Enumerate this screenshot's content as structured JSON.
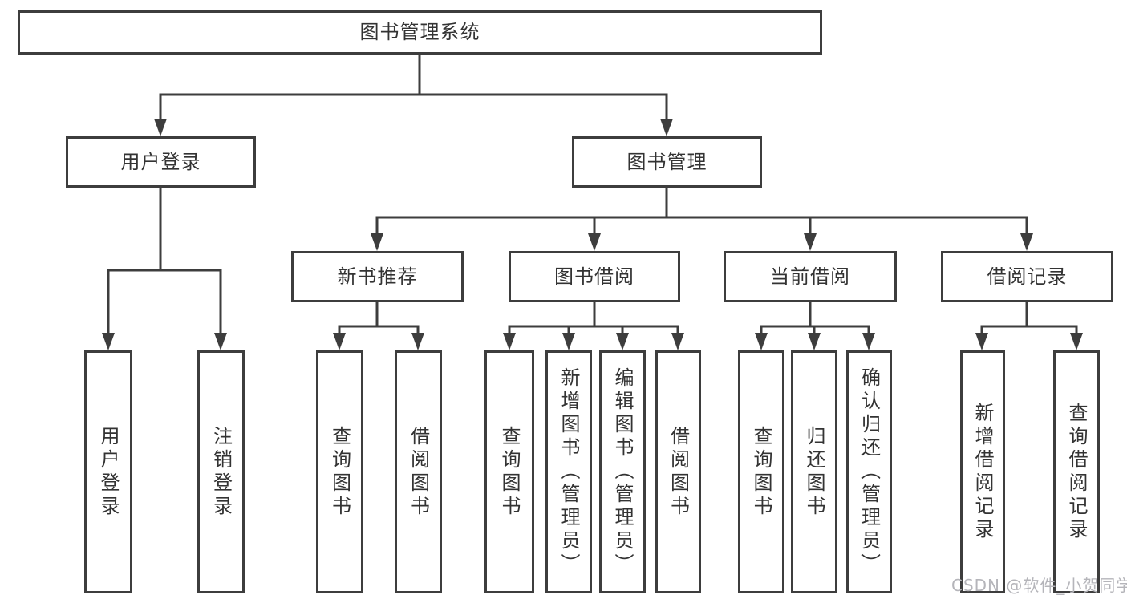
{
  "diagram": {
    "type": "hierarchy-tree",
    "root": {
      "label": "图书管理系统",
      "children": [
        {
          "label": "用户登录",
          "children": [
            {
              "label": "用户登录"
            },
            {
              "label": "注销登录"
            }
          ]
        },
        {
          "label": "图书管理",
          "children": [
            {
              "label": "新书推荐",
              "children": [
                {
                  "label": "查询图书"
                },
                {
                  "label": "借阅图书"
                }
              ]
            },
            {
              "label": "图书借阅",
              "children": [
                {
                  "label": "查询图书"
                },
                {
                  "label": "新增图书（管理员）"
                },
                {
                  "label": "编辑图书（管理员）"
                },
                {
                  "label": "借阅图书"
                }
              ]
            },
            {
              "label": "当前借阅",
              "children": [
                {
                  "label": "查询图书"
                },
                {
                  "label": "归还图书"
                },
                {
                  "label": "确认归还（管理员）"
                }
              ]
            },
            {
              "label": "借阅记录",
              "children": [
                {
                  "label": "新增借阅记录"
                },
                {
                  "label": "查询借阅记录"
                }
              ]
            }
          ]
        }
      ]
    },
    "colors": {
      "line": "#3d3d3d",
      "text": "#333333",
      "background": "#ffffff",
      "watermark": "#b5b5ba"
    }
  },
  "watermark": {
    "text": "CSDN @软件_小贺同学"
  }
}
